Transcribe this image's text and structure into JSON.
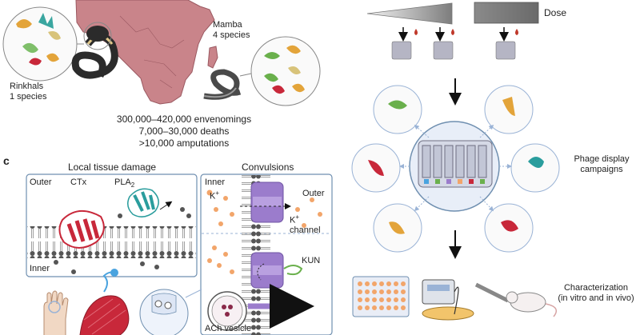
{
  "colors": {
    "africa": "#c9848a",
    "africa_stroke": "#9b5961",
    "membrane_blue": "#3a6a8f",
    "channel_purple": "#9b7ccc",
    "ion_orange": "#f2a56a",
    "ctx_red": "#c8283a",
    "pla2_teal": "#2a9d9d",
    "kun_green": "#6ab04c",
    "arrow_gray": "#9ab3d6",
    "blood_red": "#c0392b"
  },
  "snakes": {
    "rinkhals": {
      "name": "Rinkhals",
      "count": "1 species"
    },
    "mamba": {
      "name": "Mamba",
      "count": "4 species"
    }
  },
  "stats": {
    "line1": "300,000–420,000 envenomings",
    "line2": "7,000–30,000 deaths",
    "line3": ">10,000 amputations"
  },
  "panel_c": {
    "label": "c",
    "tissue_title": "Local tissue damage",
    "convulsions_title": "Convulsions",
    "outer": "Outer",
    "inner": "Inner",
    "ctx": "CTx",
    "pla2": "PLA",
    "pla2_sub": "2",
    "k_ion": "K",
    "k_sup": "+",
    "k_channel_k": "K",
    "k_channel_sup": "+",
    "channel": "channel",
    "kun": "KUN",
    "ach_vesicle": "ACh vesicle",
    "inner_right": "Inner",
    "outer_right": "Outer"
  },
  "workflow": {
    "dose_label": "Dose",
    "phage_label_line1": "Phage display",
    "phage_label_line2": "campaigns",
    "char_line1": "Characterization",
    "char_line2": "(in vitro and in vivo)"
  }
}
